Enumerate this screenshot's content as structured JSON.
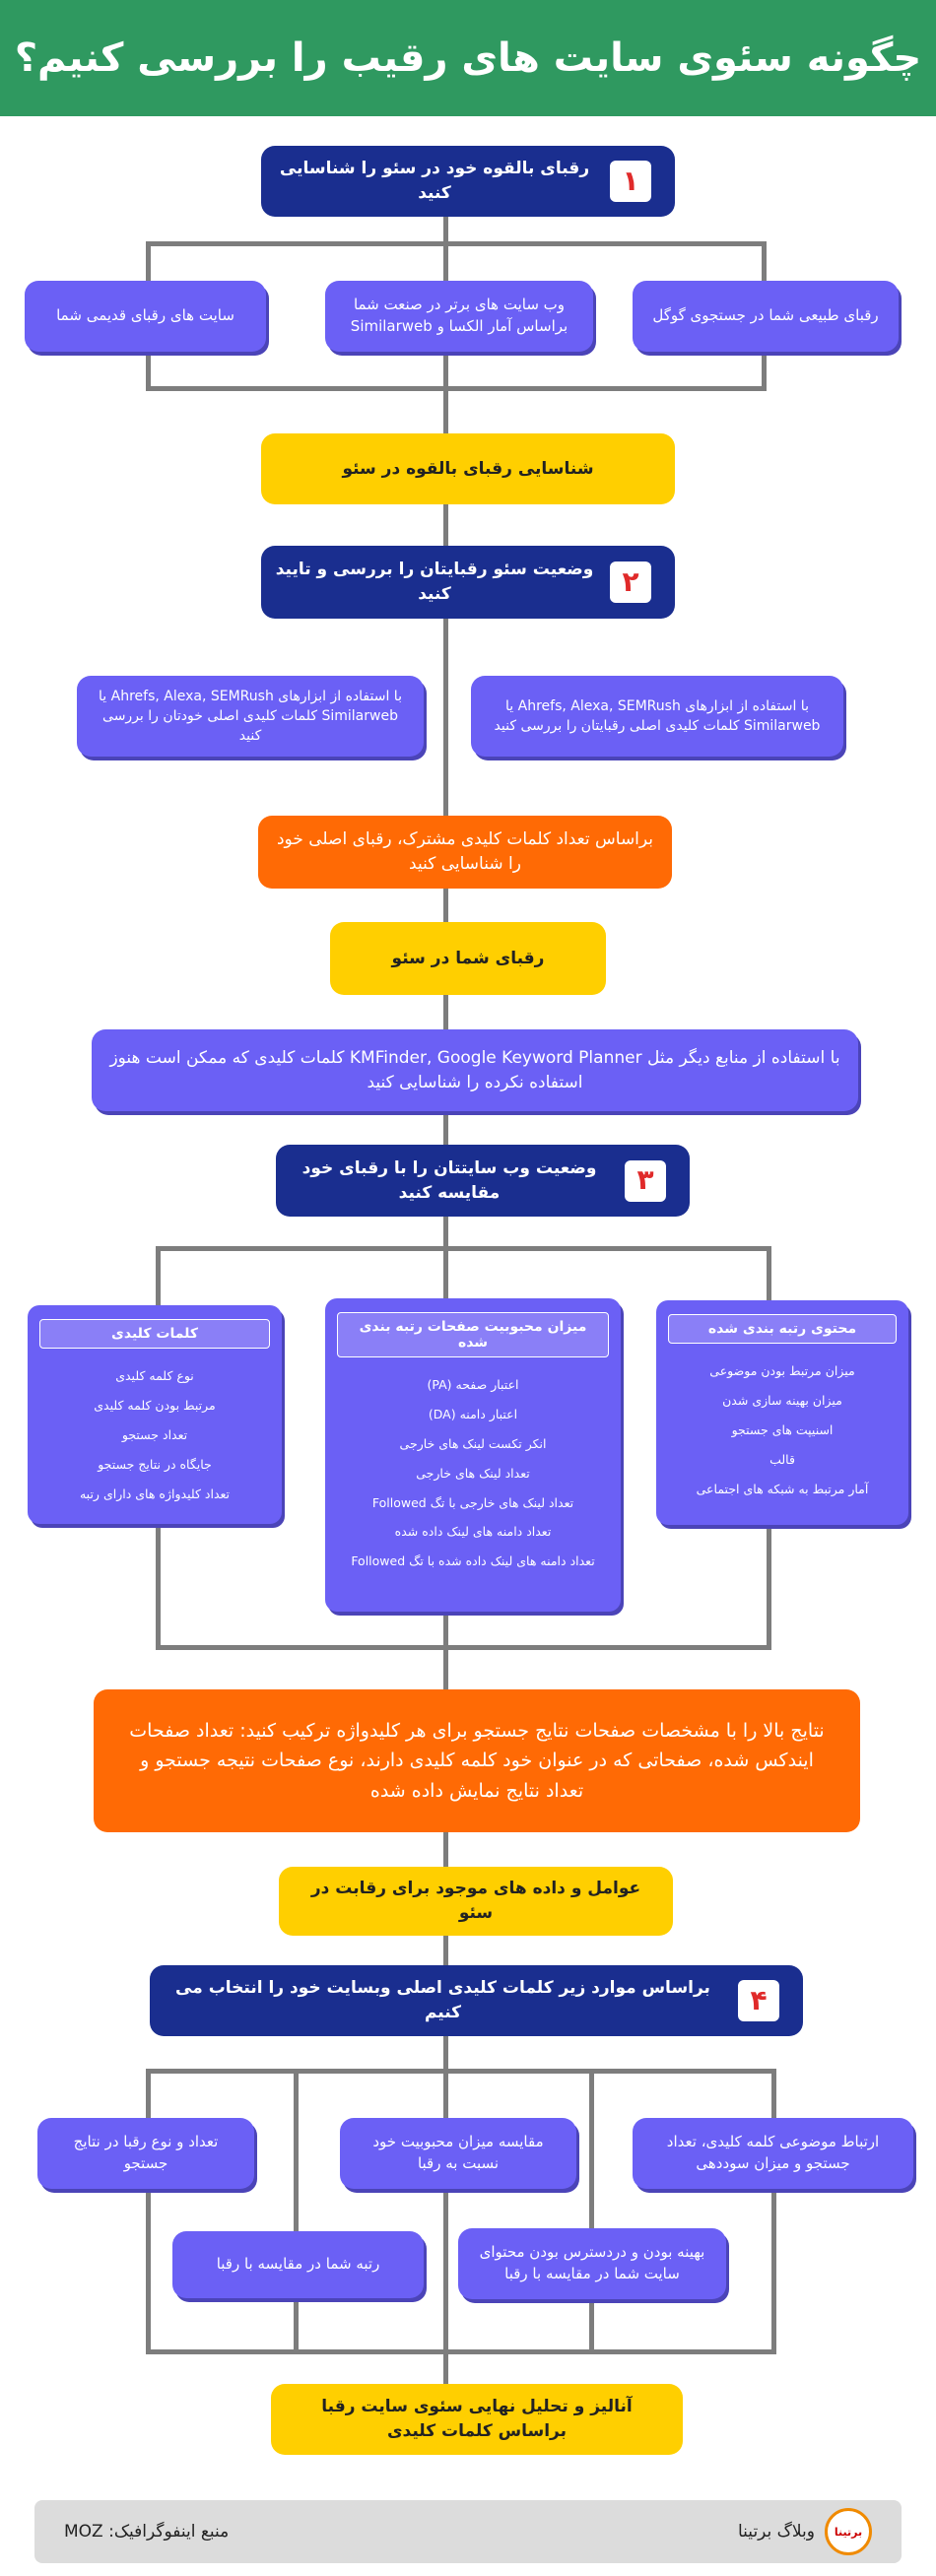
{
  "header": {
    "title": "چگونه سئوی سایت های رقیب را بررسی کنیم؟"
  },
  "step1": {
    "num": "۱",
    "title": "رقبای بالقوه خود در سئو را شناسایی کنید",
    "boxes": [
      "رقبای طبیعی شما در جستجوی گوگل",
      "وب سایت های برتر در صنعت شما براساس آمار الکسا و Similarweb",
      "سایت های رقبای قدیمی شما"
    ],
    "result": "شناسایی رقبای بالقوه در سئو"
  },
  "step2": {
    "num": "۲",
    "title": "وضعیت سئو رقبایتان را بررسی و تایید کنید",
    "boxes": [
      "با استفاده از ابزارهای Ahrefs, Alexa, SEMRush یا Similarweb کلمات کلیدی اصلی رقبایتان را بررسی کنید",
      "با استفاده از ابزارهای Ahrefs, Alexa, SEMRush یا Similarweb کلمات کلیدی اصلی خودتان را بررسی کنید"
    ],
    "orange": "براساس تعداد کلمات کلیدی مشترک، رقبای اصلی خود را شناسایی کنید",
    "result": "رقبای شما در سئو",
    "tools": "با استفاده از منابع دیگر مثل KMFinder, Google Keyword Planner کلمات کلیدی که ممکن است هنوز استفاده نکرده را شناسایی کنید"
  },
  "step3": {
    "num": "۳",
    "title": "وضعیت وب سایتتان را با رقبای خود مقایسه کنید",
    "cards": [
      {
        "title": "محتوی رتبه بندی شده",
        "items": [
          "میزان مرتبط بودن موضوعی",
          "میزان بهینه سازی شدن",
          "اسنیپت های جستجو",
          "قالب",
          "آمار مرتبط به شبکه های اجتماعی"
        ]
      },
      {
        "title": "میزان محبوبیت صفحات رتبه بندی شده",
        "items": [
          "اعتبار صفحه (PA)",
          "اعتبار دامنه (DA)",
          "انکر تکست لینک های خارجی",
          "تعداد لینک های خارجی",
          "تعداد لینک های خارجی با تگ Followed",
          "تعداد دامنه های لینک داده شده",
          "تعداد دامنه های لینک داده شده با تگ Followed"
        ]
      },
      {
        "title": "کلمات کلیدی",
        "items": [
          "نوع کلمه کلیدی",
          "مرتبط بودن کلمه کلیدی",
          "تعداد جستجو",
          "جایگاه در نتایج جستجو",
          "تعداد کلیدواژه های دارای رتبه"
        ]
      }
    ],
    "orange": "نتایج بالا را با مشخصات صفحات نتایج جستجو برای هر کلیدواژه ترکیب کنید: تعداد صفحات ایندکس شده، صفحاتی که در عنوان خود کلمه کلیدی دارند، نوع صفحات نتیجه جستجو و تعداد نتایج نمایش داده شده",
    "result": "عوامل و داده های موجود برای رقابت در سئو"
  },
  "step4": {
    "num": "۴",
    "title": "براساس موارد زیر کلمات کلیدی اصلی وبسایت خود را انتخاب می کنیم",
    "boxes": [
      "ارتباط موضوعی کلمه کلیدی، تعداد جستجو و میزان سوددهی",
      "مقایسه میزان محبوبیت خود نسبت به رقبا",
      "تعداد و نوع رقبا در نتایج جستجو",
      "بهینه بودن و دردسترس بودن محتوای سایت شما در مقایسه با رقبا",
      "رتبه شما در مقایسه با رقبا"
    ],
    "result": "آنالیز و تحلیل نهایی سئوی سایت رقبا براساس کلمات کلیدی"
  },
  "footer": {
    "brand": "وبلاگ برتینا",
    "logo_text": "برتینا",
    "source": "منبع اینفوگرافیک: MOZ"
  }
}
